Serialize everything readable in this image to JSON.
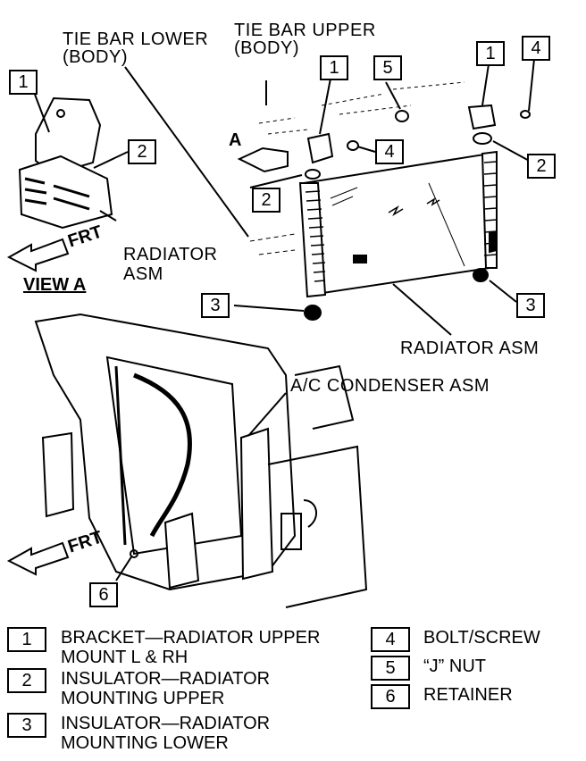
{
  "labels": {
    "tie_bar_lower_1": "TIE BAR LOWER",
    "tie_bar_lower_2": "(BODY)",
    "tie_bar_upper_1": "TIE BAR UPPER",
    "tie_bar_upper_2": "(BODY)",
    "radiator_asm_view_1": "RADIATOR",
    "radiator_asm_view_2": "ASM",
    "radiator_asm": "RADIATOR ASM",
    "ac_condenser": "A/C CONDENSER ASM",
    "view_a": "VIEW A",
    "arrow_a": "A",
    "frt_top": "FRT",
    "frt_bottom": "FRT"
  },
  "callouts": [
    "1",
    "2",
    "3",
    "4",
    "5",
    "6"
  ],
  "legend": [
    {
      "num": "1",
      "line1": "BRACKET—RADIATOR UPPER",
      "line2": "MOUNT L & RH"
    },
    {
      "num": "2",
      "line1": "INSULATOR—RADIATOR",
      "line2": "MOUNTING UPPER"
    },
    {
      "num": "3",
      "line1": "INSULATOR—RADIATOR",
      "line2": "MOUNTING LOWER"
    },
    {
      "num": "4",
      "line1": "BOLT/SCREW",
      "line2": ""
    },
    {
      "num": "5",
      "line1": "“J” NUT",
      "line2": ""
    },
    {
      "num": "6",
      "line1": "RETAINER",
      "line2": ""
    }
  ]
}
